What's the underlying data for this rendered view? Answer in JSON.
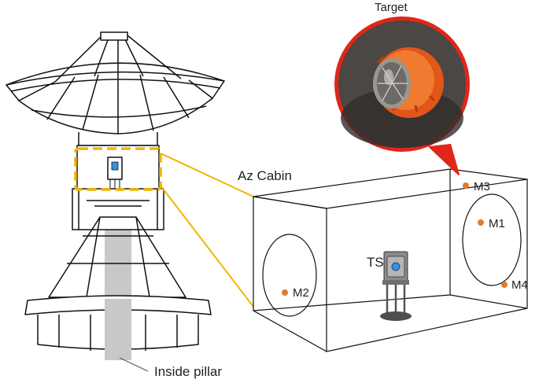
{
  "labels": {
    "target": "Target",
    "az_cabin": "Az Cabin",
    "ts": "TS",
    "inside_pillar": "Inside pillar"
  },
  "markers": [
    {
      "id": "M1",
      "label": "M1"
    },
    {
      "id": "M2",
      "label": "M2"
    },
    {
      "id": "M3",
      "label": "M3"
    },
    {
      "id": "M4",
      "label": "M4"
    }
  ],
  "colors": {
    "marker": "#e07b2e",
    "highlight": "#f2b400",
    "target_ring": "#e0261b",
    "pillar": "#c8c8c8",
    "ts_lens": "#3a8fd9",
    "line": "#111111"
  }
}
